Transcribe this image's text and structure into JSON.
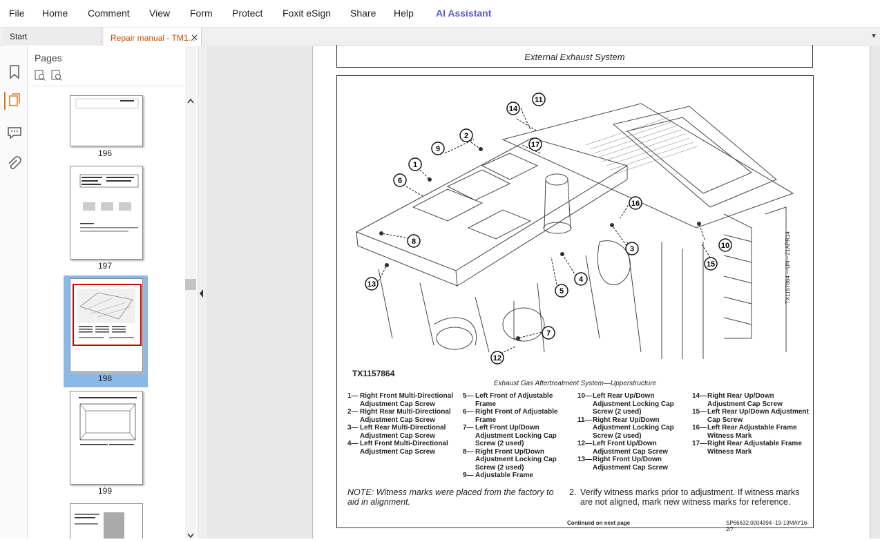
{
  "menu": [
    "File",
    "Home",
    "Comment",
    "View",
    "Form",
    "Protect",
    "Foxit eSign",
    "Share",
    "Help",
    "AI Assistant"
  ],
  "tabs": {
    "start": "Start",
    "active": "Repair manual - TM1...",
    "close": "✕"
  },
  "pages_panel": {
    "title": "Pages",
    "thumbs": [
      "196",
      "197",
      "198",
      "199"
    ]
  },
  "document": {
    "header": "External Exhaust System",
    "figure_id": "TX1157864",
    "figure_side": "TX1157864 —UN—21APR14",
    "caption": "Exhaust Gas Aftertreatment System—Upperstructure",
    "callouts": [
      "1",
      "2",
      "3",
      "4",
      "5",
      "6",
      "7",
      "8",
      "9",
      "10",
      "11",
      "12",
      "13",
      "14",
      "15",
      "16",
      "17"
    ],
    "legend": [
      [
        {
          "n": "1—",
          "t": "Right Front Multi-Directional Adjustment Cap Screw"
        },
        {
          "n": "2—",
          "t": "Right Rear Multi-Directional Adjustment Cap Screw"
        },
        {
          "n": "3—",
          "t": "Left Rear Multi-Directional Adjustment Cap Screw"
        },
        {
          "n": "4—",
          "t": "Left Front Multi-Directional Adjustment Cap Screw"
        }
      ],
      [
        {
          "n": "5—",
          "t": "Left Front of Adjustable Frame"
        },
        {
          "n": "6—",
          "t": "Right Front of Adjustable Frame"
        },
        {
          "n": "7—",
          "t": "Left Front Up/Down Adjustment Locking Cap Screw (2 used)"
        },
        {
          "n": "8—",
          "t": "Right Front Up/Down Adjustment Locking Cap Screw (2 used)"
        },
        {
          "n": "9—",
          "t": "Adjustable Frame"
        }
      ],
      [
        {
          "n": "10—",
          "t": "Left Rear Up/Down Adjustment Locking Cap Screw (2 used)"
        },
        {
          "n": "11—",
          "t": "Right Rear Up/Down Adjustment Locking Cap Screw (2 used)"
        },
        {
          "n": "12—",
          "t": "Left Front Up/Down Adjustment Cap Screw"
        },
        {
          "n": "13—",
          "t": "Right Front Up/Down Adjustment Cap Screw"
        }
      ],
      [
        {
          "n": "14—",
          "t": "Right Rear Up/Down Adjustment Cap Screw"
        },
        {
          "n": "15—",
          "t": "Left Rear Up/Down Adjustment Cap Screw"
        },
        {
          "n": "16—",
          "t": "Left Rear Adjustable Frame Witness Mark"
        },
        {
          "n": "17—",
          "t": "Right Rear Adjustable Frame Witness Mark"
        }
      ]
    ],
    "note": "NOTE: Witness marks were placed from the factory to aid in alignment.",
    "step_num": "2.",
    "step_text": "Verify witness marks prior to adjustment. If witness marks are not aligned, mark new witness marks for reference.",
    "footer_left": "Continued on next page",
    "footer_right": "SP66632,0004994 -19-13MAY16-2/7"
  },
  "colors": {
    "accent": "#e07020",
    "ai": "#5b5bd6",
    "selection": "#8ab9e8",
    "frame": "#cc0000"
  }
}
